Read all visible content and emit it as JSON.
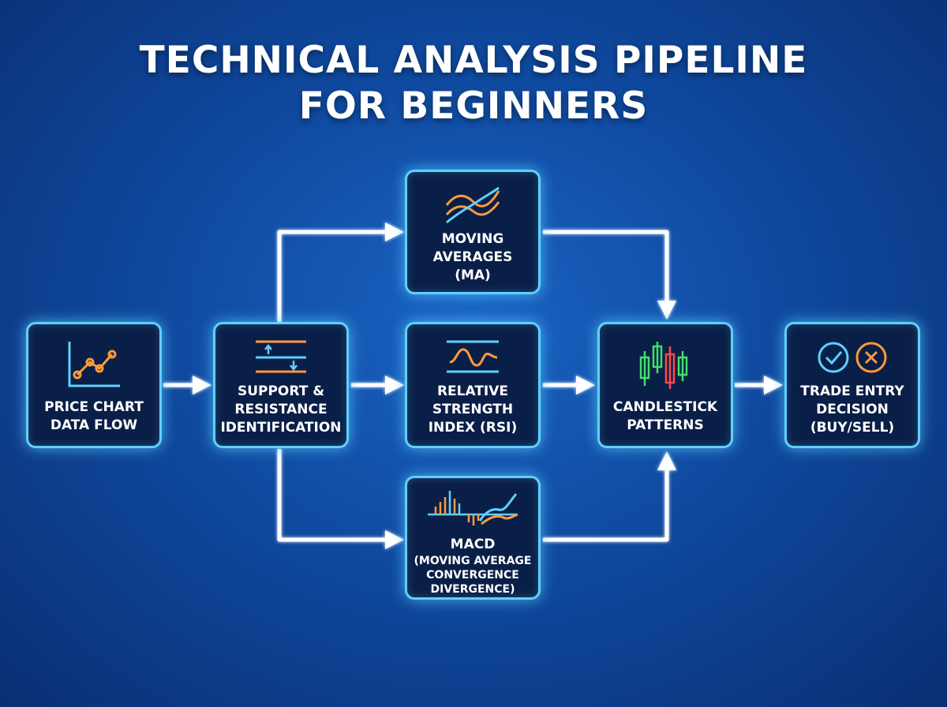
{
  "title": {
    "line1": "TECHNICAL ANALYSIS PIPELINE",
    "line2": "FOR BEGINNERS"
  },
  "colors": {
    "border_glow": "#5fd0ff",
    "icon_orange": "#ff9a3c",
    "icon_blue": "#5fd0ff",
    "candle_green": "#3fe06a",
    "candle_red": "#ff4a4a",
    "arrow": "#ffffff"
  },
  "nodes": {
    "price_chart": {
      "icon": "line-chart-icon",
      "lines": [
        "PRICE CHART",
        "DATA FLOW"
      ]
    },
    "support_resistance": {
      "icon": "support-resistance-icon",
      "lines": [
        "SUPPORT &",
        "RESISTANCE",
        "IDENTIFICATION"
      ]
    },
    "moving_averages": {
      "icon": "moving-average-lines-icon",
      "lines": [
        "MOVING",
        "AVERAGES",
        "(MA)"
      ]
    },
    "rsi": {
      "icon": "oscillator-wave-icon",
      "lines": [
        "RELATIVE",
        "STRENGTH",
        "INDEX (RSI)"
      ]
    },
    "macd": {
      "icon": "histogram-icon",
      "lines": [
        "MACD",
        "(MOVING AVERAGE",
        "CONVERGENCE",
        "DIVERGENCE)"
      ]
    },
    "candlestick": {
      "icon": "candlestick-icon",
      "lines": [
        "CANDLESTICK",
        "PATTERNS"
      ]
    },
    "trade_entry": {
      "icon": "check-cross-icon",
      "lines": [
        "TRADE ENTRY",
        "DECISION",
        "(BUY/SELL)"
      ]
    }
  }
}
